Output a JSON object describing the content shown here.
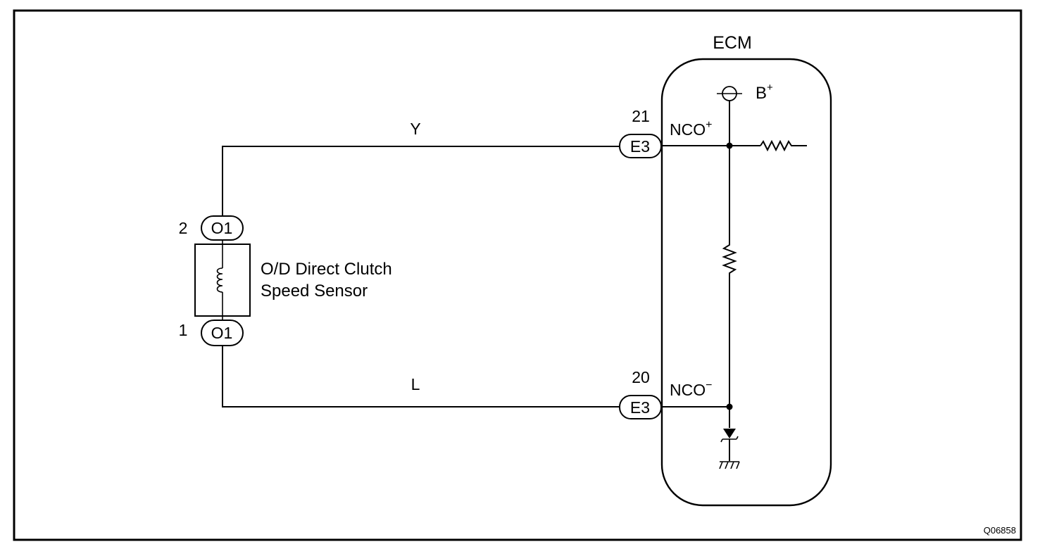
{
  "ecm": {
    "title": "ECM",
    "supply_label": "B",
    "supply_sup": "+",
    "pin_plus_number": "21",
    "pin_plus_connector": "E3",
    "pin_plus_label": "NCO",
    "pin_plus_sup": "+",
    "pin_minus_number": "20",
    "pin_minus_connector": "E3",
    "pin_minus_label": "NCO",
    "pin_minus_sup": "−"
  },
  "sensor": {
    "name_line1": "O/D Direct Clutch",
    "name_line2": "Speed Sensor",
    "pin_top_number": "2",
    "pin_top_connector": "O1",
    "pin_bottom_number": "1",
    "pin_bottom_connector": "O1"
  },
  "wires": {
    "top_color": "Y",
    "bottom_color": "L"
  },
  "figure_code": "Q06858"
}
